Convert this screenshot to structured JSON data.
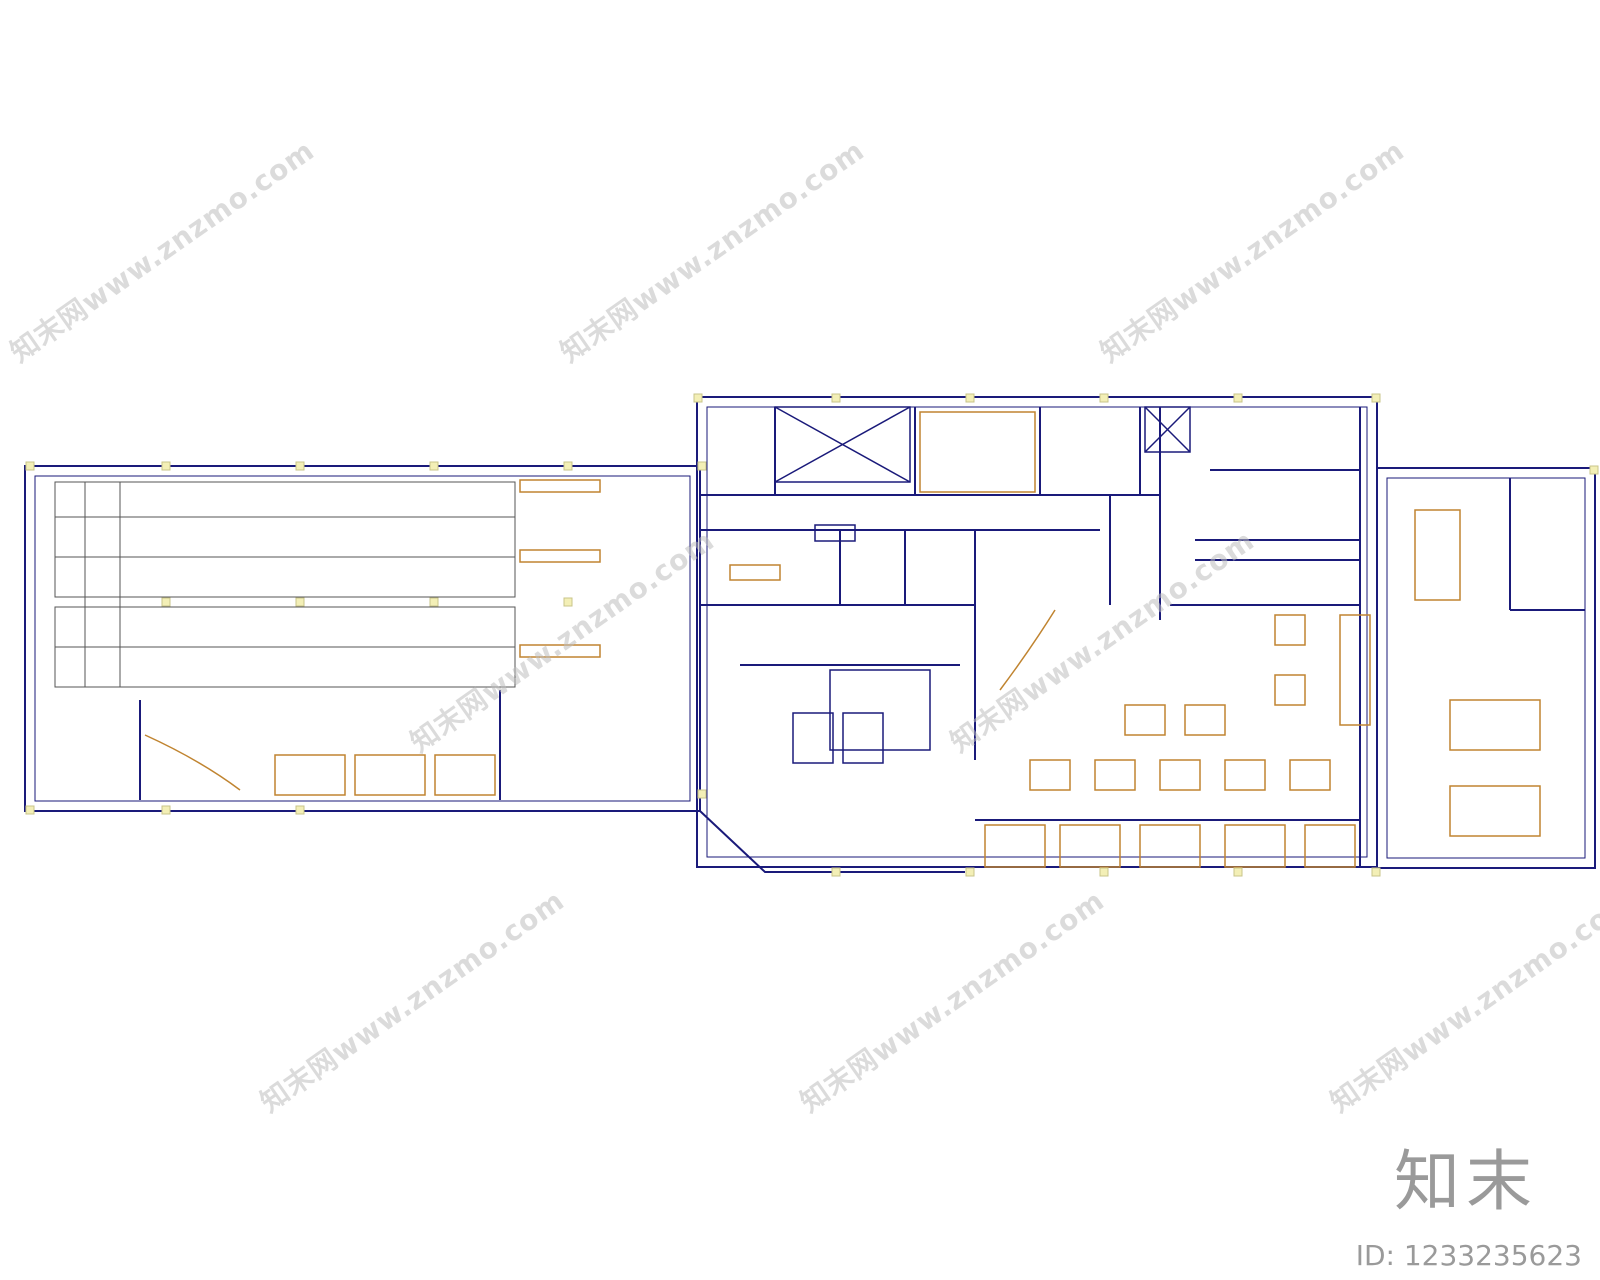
{
  "watermark": {
    "text": "知末网www.znzmo.com"
  },
  "brand": {
    "logo": "知末",
    "id_text": "ID: 1233235623"
  },
  "colors": {
    "wall": "#1a1a7a",
    "furniture": "#c08430",
    "column": "#f3efb6",
    "line": "#555555"
  }
}
